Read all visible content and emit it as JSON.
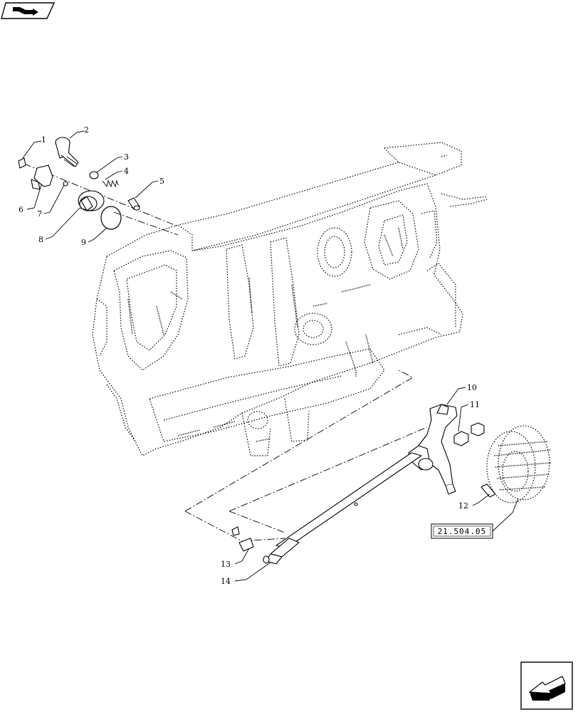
{
  "callouts": [
    {
      "id": "c1",
      "label": "1"
    },
    {
      "id": "c2",
      "label": "2"
    },
    {
      "id": "c3",
      "label": "3"
    },
    {
      "id": "c4",
      "label": "4"
    },
    {
      "id": "c5",
      "label": "5"
    },
    {
      "id": "c6",
      "label": "6"
    },
    {
      "id": "c7",
      "label": "7"
    },
    {
      "id": "c8",
      "label": "8"
    },
    {
      "id": "c9",
      "label": "9"
    },
    {
      "id": "c10",
      "label": "10"
    },
    {
      "id": "c11",
      "label": "11"
    },
    {
      "id": "c12",
      "label": "12"
    },
    {
      "id": "c13",
      "label": "13"
    },
    {
      "id": "c14",
      "label": "14"
    }
  ],
  "reference": {
    "label": "21.504.05"
  },
  "icons": {
    "top_left": "book-arrow-icon",
    "bottom_right": "next-page-arrow-icon"
  }
}
